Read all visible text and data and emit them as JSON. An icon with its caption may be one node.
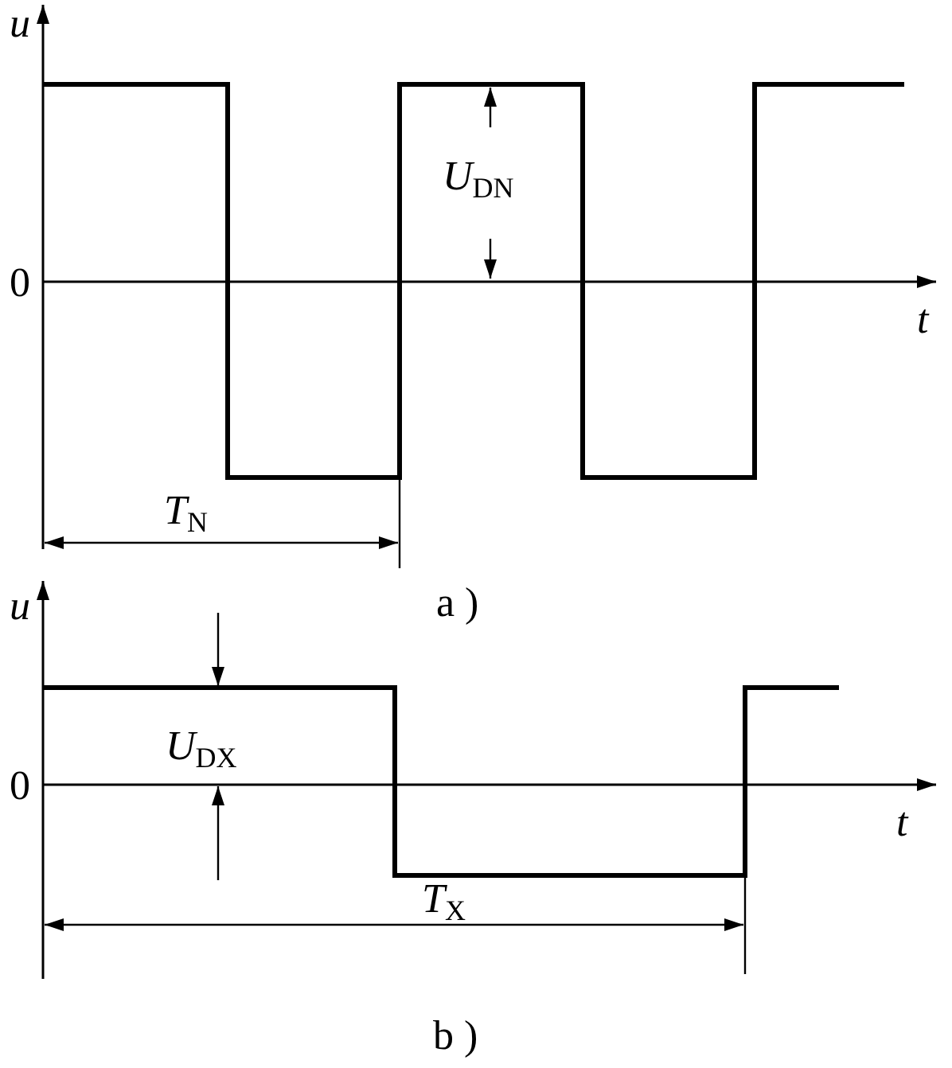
{
  "diagram": {
    "labels": [
      "*u*",
      "0",
      "*t*",
      "*U*$_{DN}$",
      "*T*$_{N}$",
      "a )",
      "*u*",
      "*U*$_{DX}$",
      "0",
      "*t*",
      "*T*$_{X}$",
      "b )"
    ]
  }
}
